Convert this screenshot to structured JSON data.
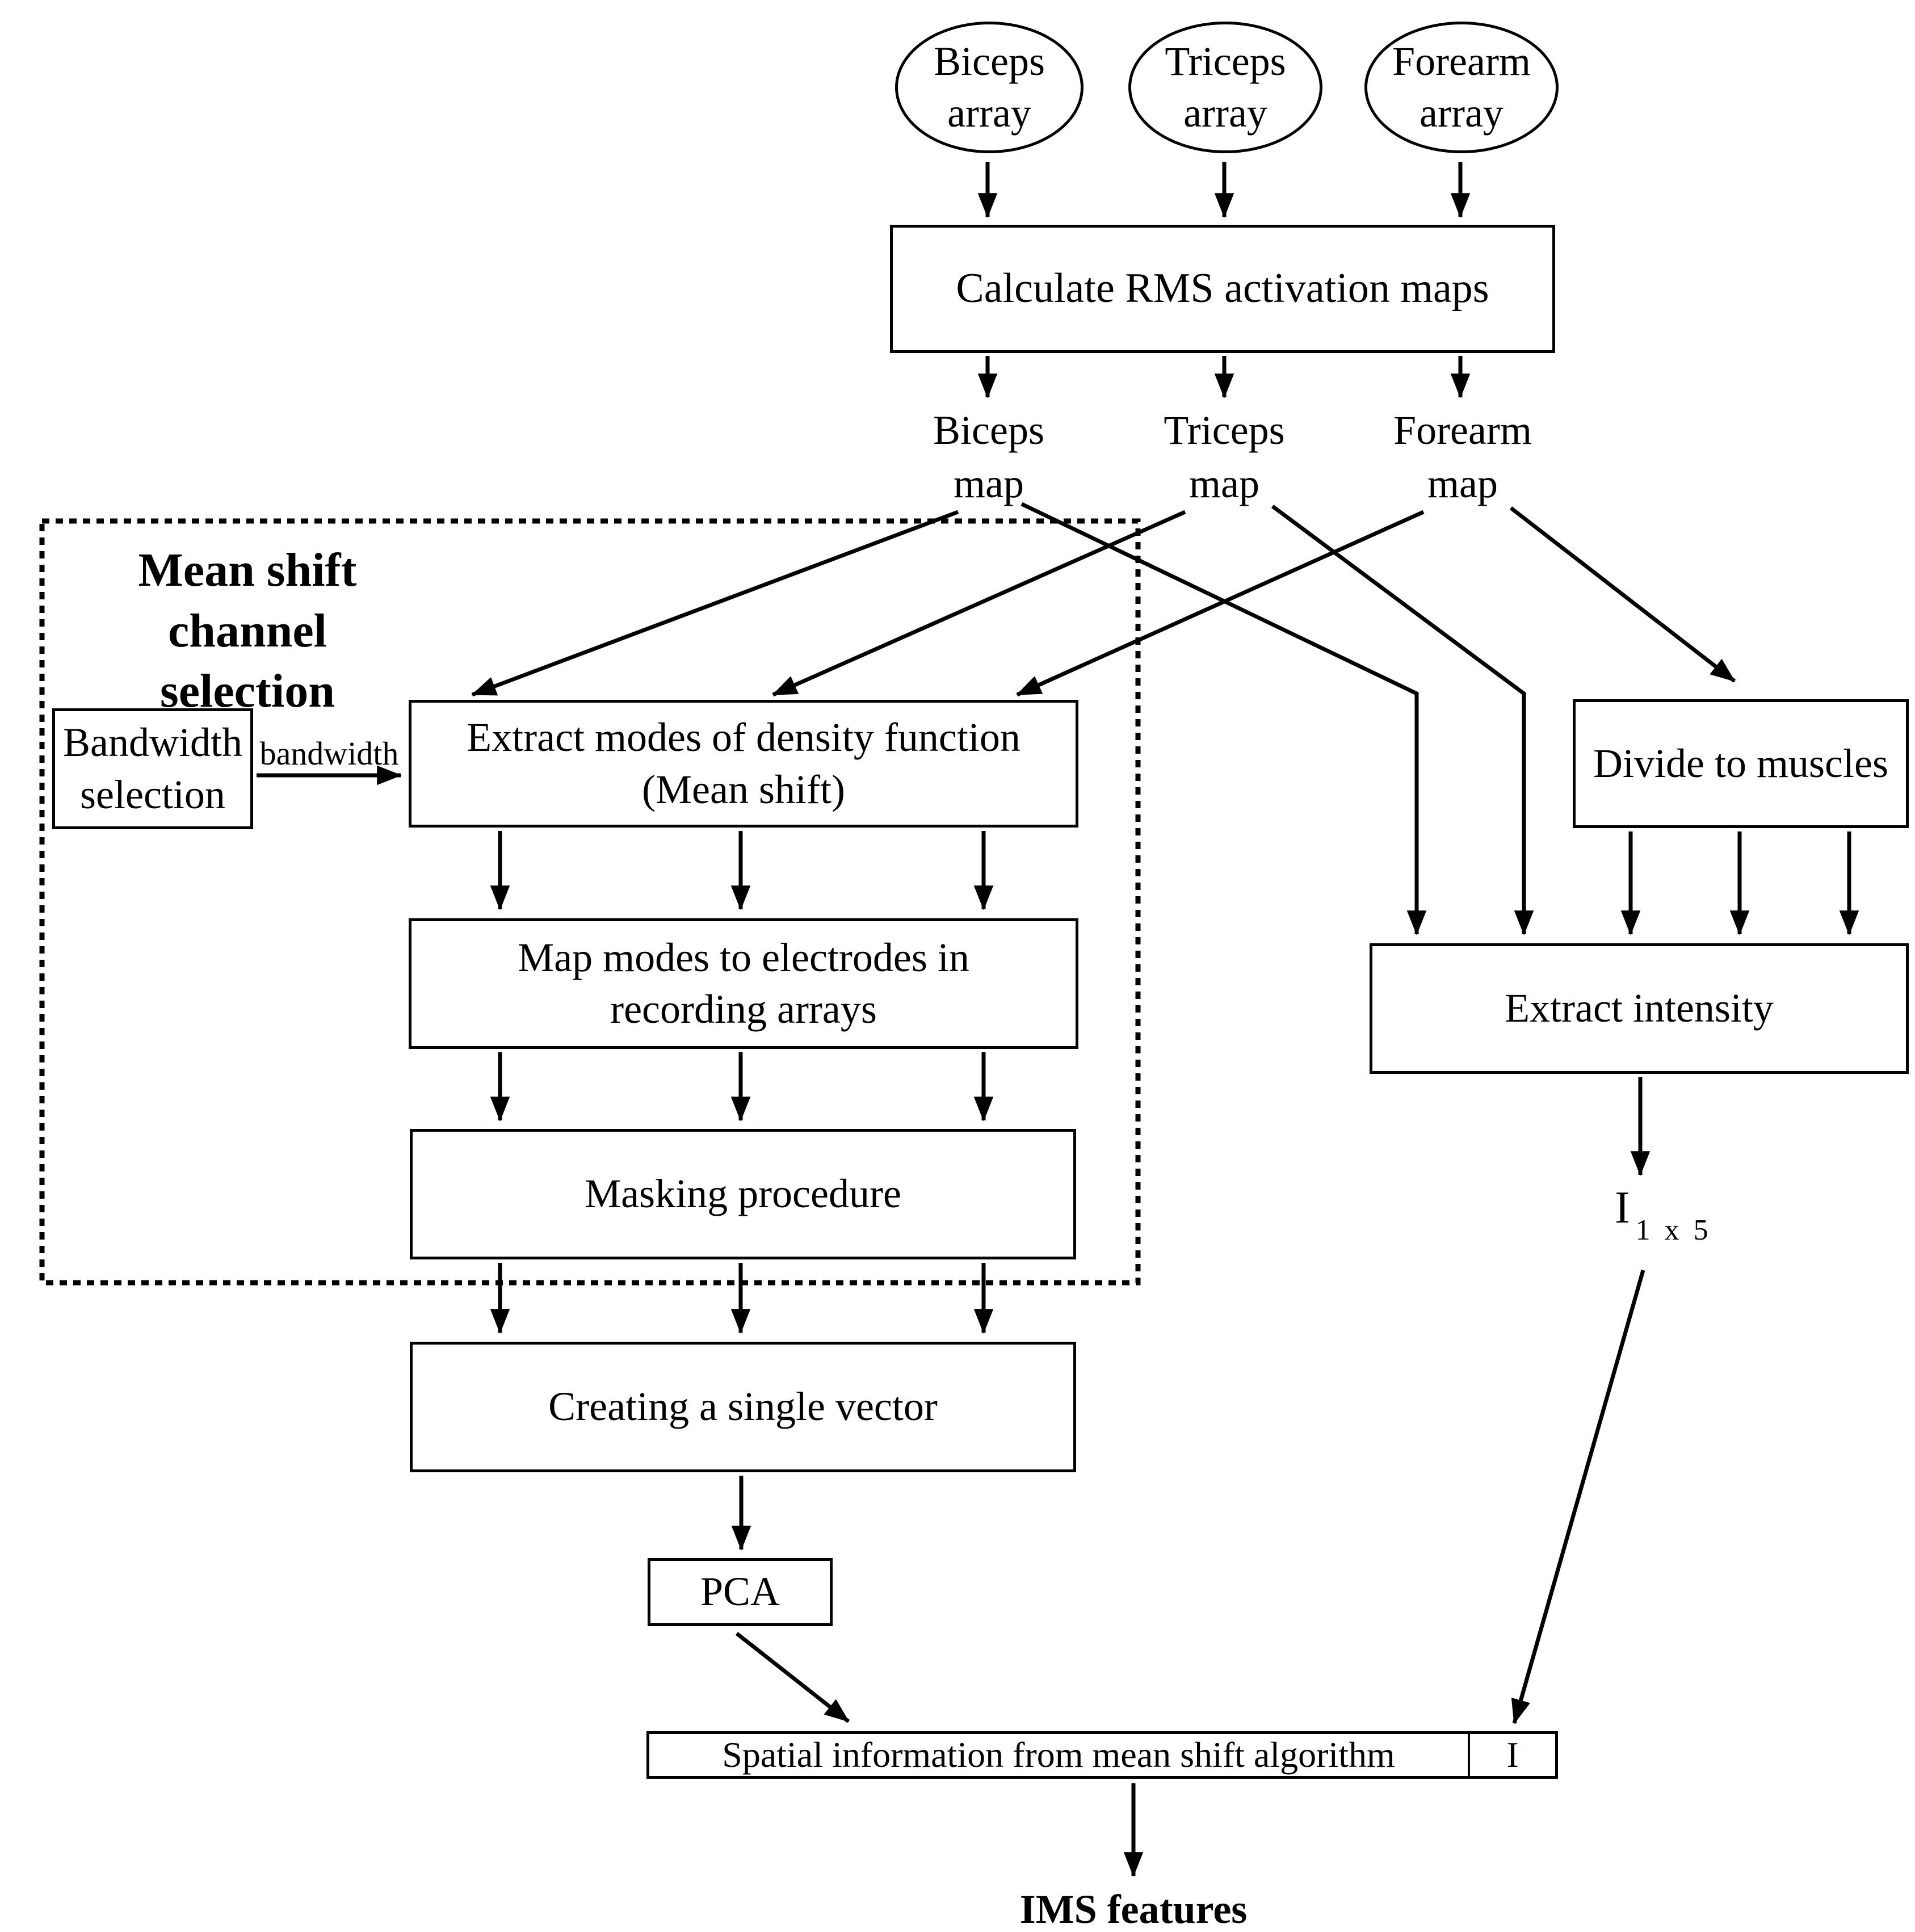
{
  "colors": {
    "ink": "#000000",
    "background": "#ffffff"
  },
  "nodes": {
    "biceps_array": "Biceps\narray",
    "triceps_array": "Triceps\narray",
    "forearm_array": "Forearm\narray",
    "calc_rms": "Calculate RMS activation maps",
    "biceps_map": "Biceps\nmap",
    "triceps_map": "Triceps\nmap",
    "forearm_map": "Forearm\nmap",
    "group_title": "Mean shift\nchannel selection",
    "bandwidth_selection": "Bandwidth\nselection",
    "bandwidth_label": "bandwidth",
    "extract_modes": "Extract modes of density function\n(Mean shift)",
    "map_modes": "Map modes to electrodes in\nrecording arrays",
    "masking": "Masking procedure",
    "creating_vector": "Creating a single vector",
    "pca": "PCA",
    "divide_muscles": "Divide to muscles",
    "extract_intensity": "Extract intensity",
    "intensity_symbol": "I",
    "intensity_subscript": "1 x 5",
    "spatial_info": "Spatial information from mean shift algorithm",
    "intensity_cell": "I",
    "ims_features": "IMS features"
  }
}
